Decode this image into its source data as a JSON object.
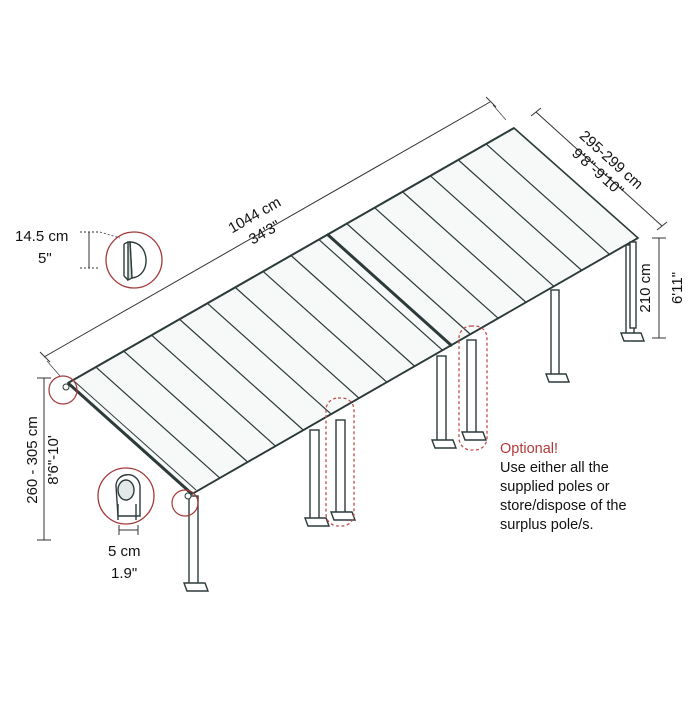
{
  "colors": {
    "outline": "#2d3a3a",
    "panel_fill": "#f7f9f9",
    "dimension_line": "#333333",
    "callout_circle": "#a23b3b",
    "optional_dashed": "#c0504d",
    "note_title": "#b33a3a"
  },
  "dimensions": {
    "length_cm": "1044 cm",
    "length_ft": "34'3\"",
    "depth_cm": "295-299 cm",
    "depth_ft": "9'8\"-9'10\"",
    "back_height_cm": "210 cm",
    "back_height_ft": "6'11\"",
    "front_height_cm": "260 - 305 cm",
    "front_height_ft": "8'6\"-10'",
    "beam_profile_cm": "14.5 cm",
    "beam_profile_in": "5\"",
    "post_width_cm": "5 cm",
    "post_width_in": "1.9\""
  },
  "note": {
    "title": "Optional!",
    "lines": [
      "Use either all the",
      "supplied poles or",
      "store/dispose of the",
      "surplus pole/s."
    ]
  },
  "icons": [
    "beam-profile-icon",
    "post-profile-icon"
  ]
}
